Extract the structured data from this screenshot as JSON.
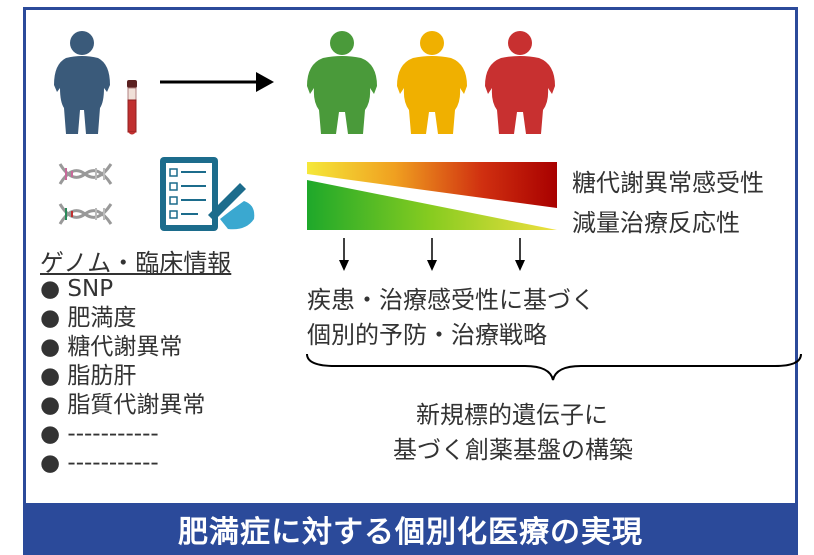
{
  "colors": {
    "frame_border": "#2b4a9a",
    "person_before": "#3a5a7a",
    "person_green": "#4a9a3a",
    "person_yellow": "#f0b000",
    "person_red": "#c83030",
    "gradient_start": "#2ea82e",
    "gradient_end": "#b00000"
  },
  "icons": {
    "person": "person-icon",
    "blood_tube": "blood-tube-icon",
    "dna": "dna-icon",
    "clipboard": "clipboard-checklist-icon",
    "arrow": "right-arrow-icon"
  },
  "gradient_labels": [
    "糖代謝異常感受性",
    "減量治療反応性"
  ],
  "data_section": {
    "title": "ゲノム・臨床情報",
    "items": [
      "SNP",
      "肥満度",
      "糖代謝異常",
      "脂肪肝",
      "脂質代謝異常",
      "-----------",
      "-----------"
    ]
  },
  "outcome_lines": [
    "疾患・治療感受性に基づく",
    "個別的予防・治療戦略"
  ],
  "result_lines": [
    "新規標的遺伝子に",
    "基づく創薬基盤の構築"
  ],
  "footer": "肥満症に対する個別化医療の実現"
}
